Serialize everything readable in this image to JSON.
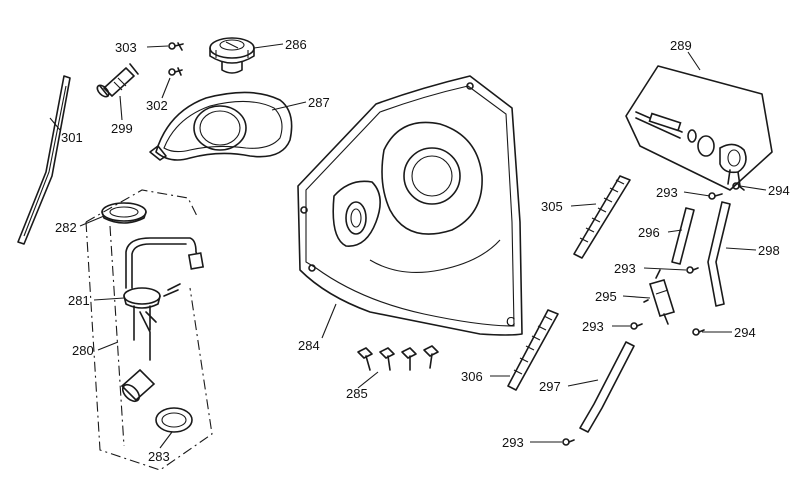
{
  "callouts": [
    {
      "id": "303",
      "text": "303"
    },
    {
      "id": "286",
      "text": "286"
    },
    {
      "id": "302",
      "text": "302"
    },
    {
      "id": "299",
      "text": "299"
    },
    {
      "id": "287",
      "text": "287"
    },
    {
      "id": "301",
      "text": "301"
    },
    {
      "id": "282",
      "text": "282"
    },
    {
      "id": "281",
      "text": "281"
    },
    {
      "id": "280",
      "text": "280"
    },
    {
      "id": "283",
      "text": "283"
    },
    {
      "id": "284",
      "text": "284"
    },
    {
      "id": "285",
      "text": "285"
    },
    {
      "id": "305",
      "text": "305"
    },
    {
      "id": "306",
      "text": "306"
    },
    {
      "id": "289",
      "text": "289"
    },
    {
      "id": "293a",
      "text": "293"
    },
    {
      "id": "294a",
      "text": "294"
    },
    {
      "id": "296",
      "text": "296"
    },
    {
      "id": "298",
      "text": "298"
    },
    {
      "id": "293b",
      "text": "293"
    },
    {
      "id": "295",
      "text": "295"
    },
    {
      "id": "293c",
      "text": "293"
    },
    {
      "id": "294b",
      "text": "294"
    },
    {
      "id": "297",
      "text": "297"
    },
    {
      "id": "293d",
      "text": "293"
    }
  ],
  "tank_mark": "C"
}
